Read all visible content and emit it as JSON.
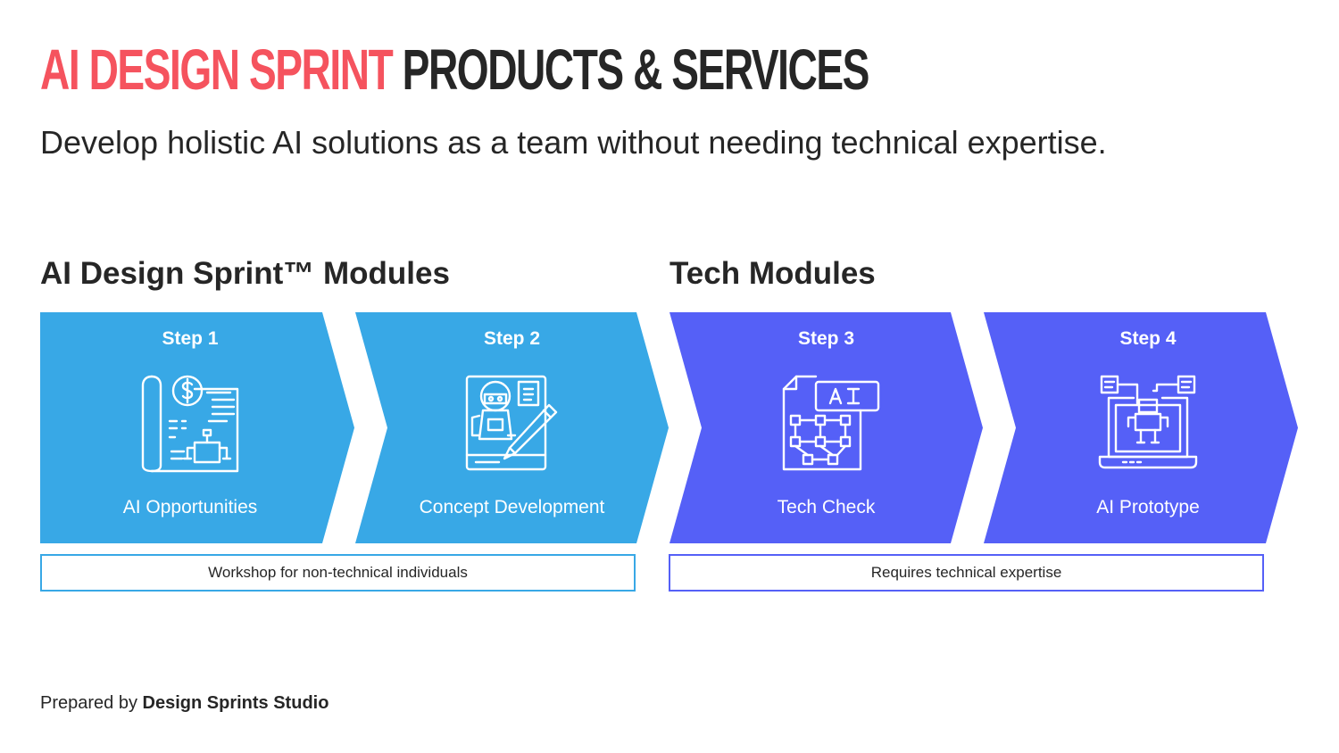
{
  "header": {
    "title_accent": "AI DESIGN SPRINT",
    "title_rest": "PRODUCTS & SERVICES",
    "subtitle": "Develop holistic AI solutions as a team without needing technical expertise."
  },
  "groups": [
    {
      "title": "AI Design Sprint™ Modules",
      "note": "Workshop for non-technical individuals",
      "color": "#38a8e6"
    },
    {
      "title": "Tech Modules",
      "note": "Requires technical expertise",
      "color": "#5560f7"
    }
  ],
  "steps": [
    {
      "label": "Step 1",
      "name": "AI Opportunities",
      "icon": "opportunity-map-icon"
    },
    {
      "label": "Step 2",
      "name": "Concept Development",
      "icon": "robot-concept-icon"
    },
    {
      "label": "Step 3",
      "name": "Tech Check",
      "icon": "ai-network-document-icon"
    },
    {
      "label": "Step 4",
      "name": "AI Prototype",
      "icon": "laptop-robot-prototype-icon"
    }
  ],
  "colors": {
    "accent": "#f5535e",
    "text": "#262626",
    "design_blue": "#38a8e6",
    "tech_purple": "#5560f7"
  },
  "footer": {
    "prefix": "Prepared by",
    "company": "Design Sprints Studio"
  }
}
